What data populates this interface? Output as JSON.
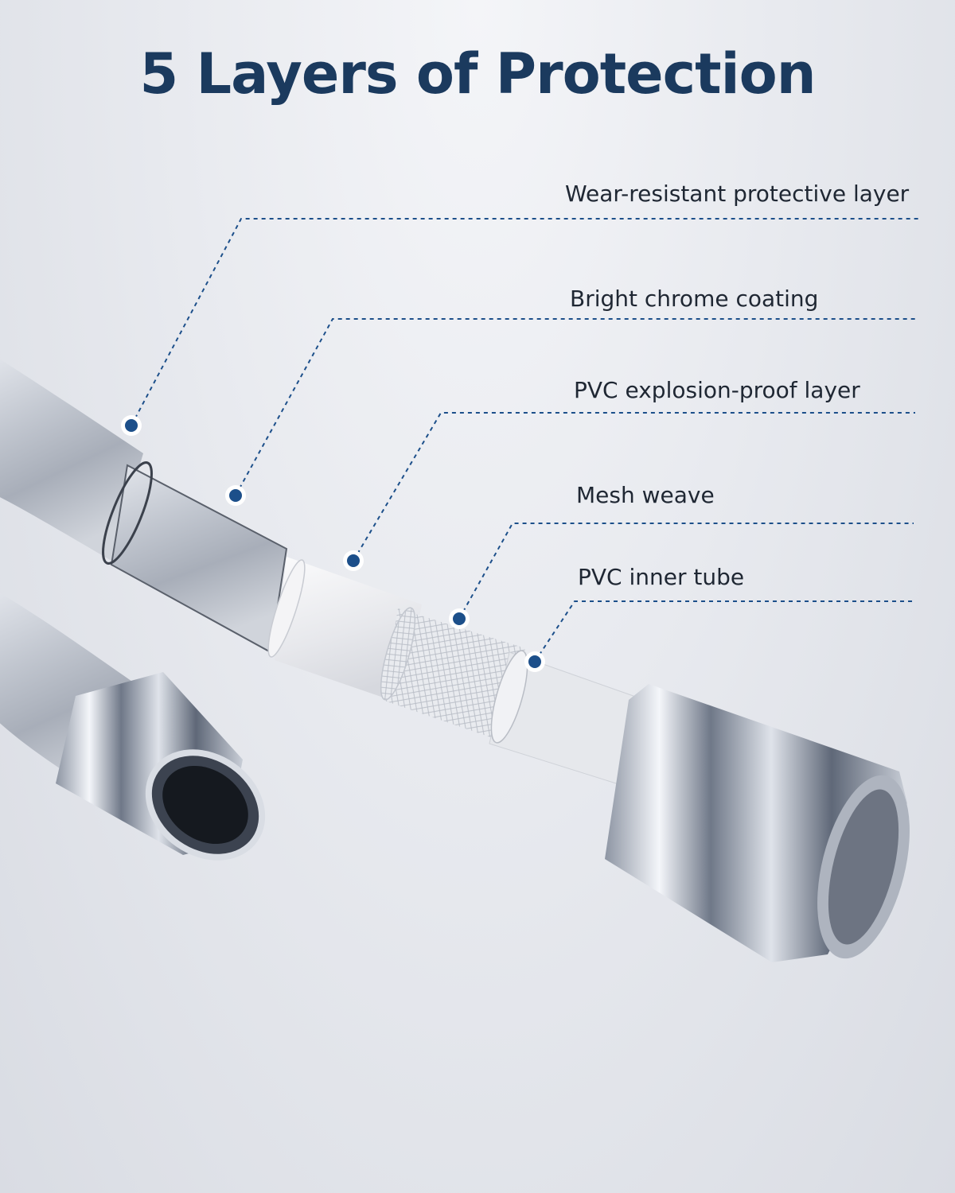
{
  "title": "5 Layers of Protection",
  "colors": {
    "title": "#1b3a5e",
    "accent": "#1c4f8a",
    "dot_outer": "#ffffff",
    "label_text": "#1f2733"
  },
  "callouts": [
    {
      "label": "Wear-resistant protective layer"
    },
    {
      "label": "Bright chrome coating"
    },
    {
      "label": "PVC explosion-proof layer"
    },
    {
      "label": "Mesh weave"
    },
    {
      "label": "PVC inner tube"
    }
  ]
}
